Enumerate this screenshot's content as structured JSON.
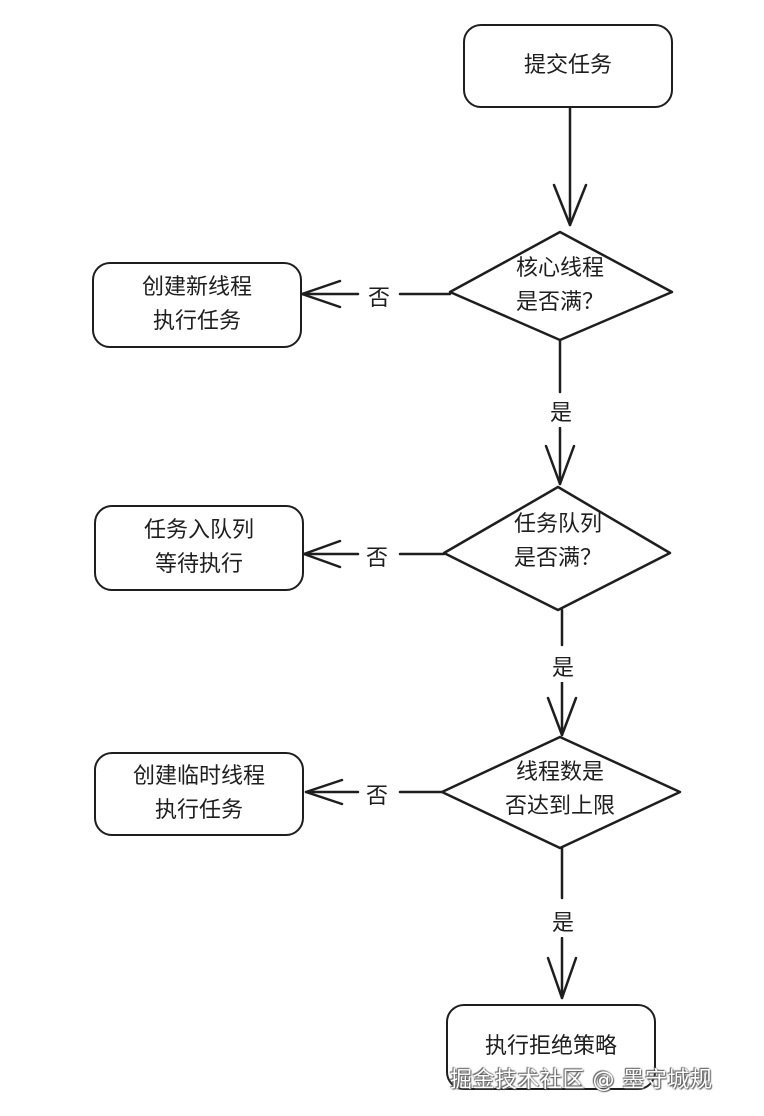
{
  "flowchart": {
    "start": "提交任务",
    "decisions": [
      {
        "lines": [
          "核心线程",
          "是否满？"
        ],
        "no_label": "否",
        "yes_label": "是",
        "no_action": [
          "创建新线程",
          "执行任务"
        ]
      },
      {
        "lines": [
          "任务队列",
          "是否满？"
        ],
        "no_label": "否",
        "yes_label": "是",
        "no_action": [
          "任务入队列",
          "等待执行"
        ]
      },
      {
        "lines": [
          "线程数是",
          "否达到上限"
        ],
        "no_label": "否",
        "yes_label": "是",
        "no_action": [
          "创建临时线程",
          "执行任务"
        ]
      }
    ],
    "end": "执行拒绝策略"
  },
  "watermark": "掘金技术社区 @ 墨守城规",
  "colors": {
    "stroke": "#1e1e1e",
    "background": "#ffffff"
  }
}
